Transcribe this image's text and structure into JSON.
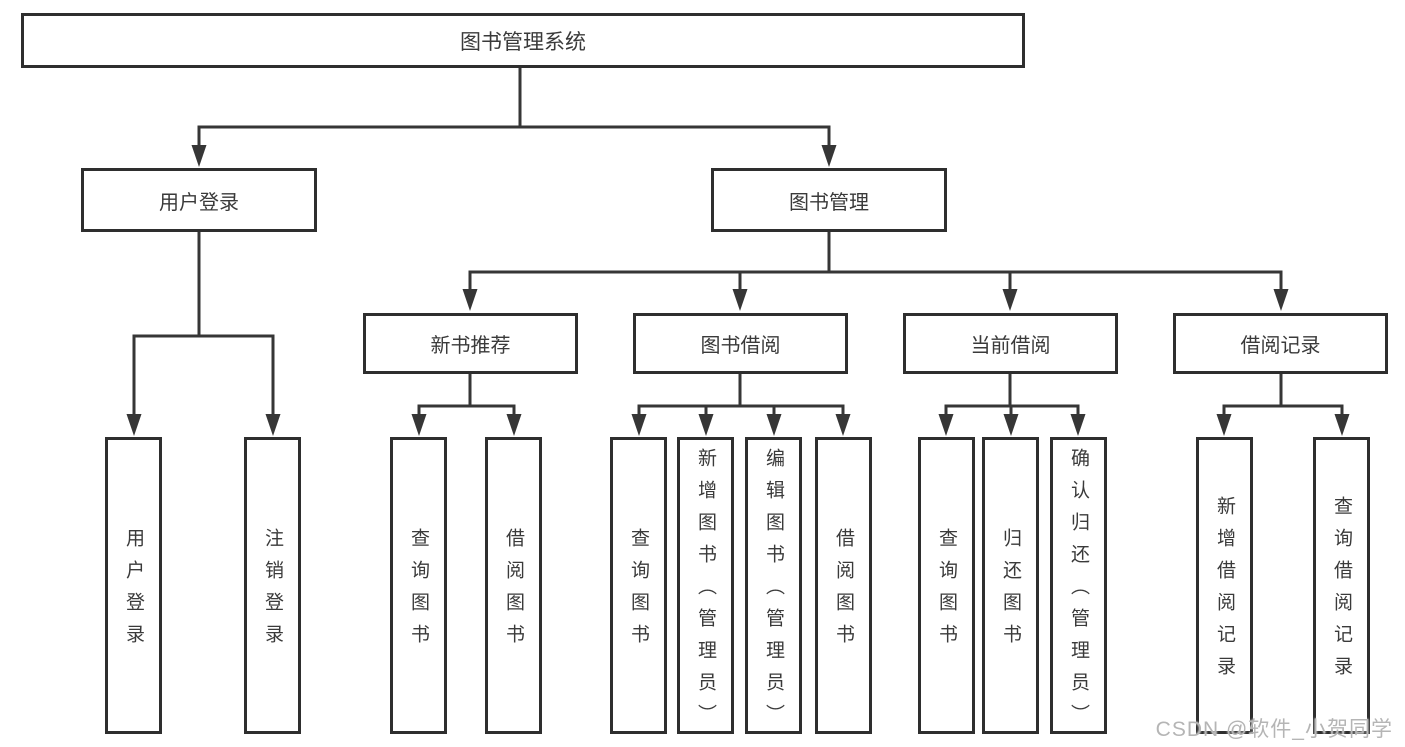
{
  "colors": {
    "line": "#363636",
    "box_border": "#2e2e2e",
    "box_fill": "#ffffff",
    "text": "#3a3a3a",
    "watermark": "#b5b5b5"
  },
  "tree": {
    "root": {
      "label": "图书管理系统"
    },
    "user_login": {
      "label": "用户登录",
      "children": [
        {
          "label": "用户登录"
        },
        {
          "label": "注销登录"
        }
      ]
    },
    "book_management": {
      "label": "图书管理"
    },
    "new_book_recommend": {
      "label": "新书推荐",
      "children": [
        {
          "label": "查询图书"
        },
        {
          "label": "借阅图书"
        }
      ]
    },
    "book_borrow": {
      "label": "图书借阅",
      "children": [
        {
          "label": "查询图书"
        },
        {
          "label": "新增图书（管理员）"
        },
        {
          "label": "编辑图书（管理员）"
        },
        {
          "label": "借阅图书"
        }
      ]
    },
    "current_borrow": {
      "label": "当前借阅",
      "children": [
        {
          "label": "查询图书"
        },
        {
          "label": "归还图书"
        },
        {
          "label": "确认归还（管理员）"
        }
      ]
    },
    "borrow_records": {
      "label": "借阅记录",
      "children": [
        {
          "label": "新增借阅记录"
        },
        {
          "label": "查询借阅记录"
        }
      ]
    }
  },
  "watermark": {
    "text": "CSDN @软件_小贺同学"
  }
}
